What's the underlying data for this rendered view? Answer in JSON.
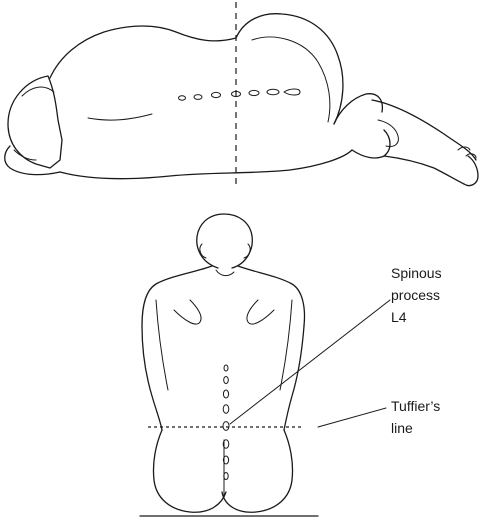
{
  "labels": {
    "spinous_line1": "Spinous",
    "spinous_line2": "process",
    "spinous_line3": "L4",
    "tuffier_line1": "Tuffier’s",
    "tuffier_line2": "line"
  }
}
